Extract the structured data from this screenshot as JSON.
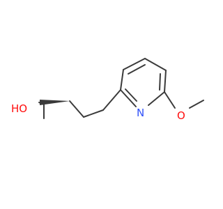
{
  "molecule": {
    "atoms": {
      "hydroxyl": {
        "label": "HO",
        "color": "#ff0d0d"
      },
      "ring_nitrogen": {
        "label": "N",
        "color": "#3050f8"
      },
      "methoxy_oxygen": {
        "label": "O",
        "color": "#ff0d0d"
      }
    },
    "bond_color": "#3a3a3a",
    "stereo": "wedge"
  }
}
